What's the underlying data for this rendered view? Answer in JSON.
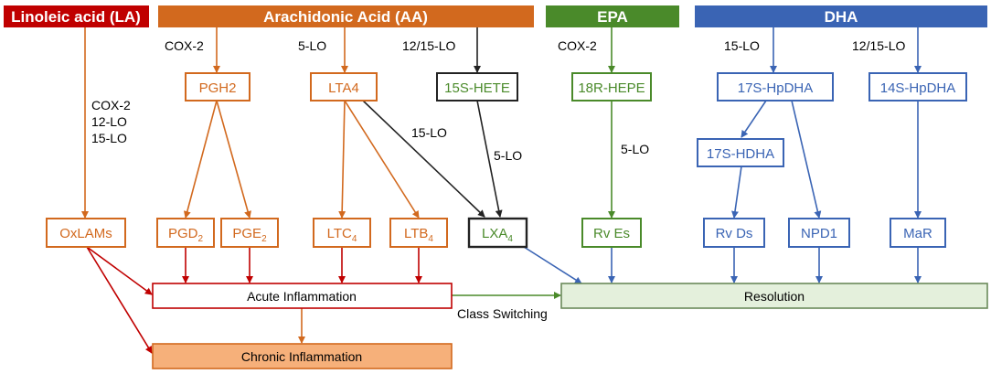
{
  "colors": {
    "la": "#c00000",
    "aa": "#d2691e",
    "epa": "#4a8a2a",
    "dha": "#3a64b4",
    "black": "#222222",
    "acute_border": "#c00000",
    "chronic_fill": "#f6b07a",
    "chronic_border": "#d2691e",
    "resolution_fill": "#e4f0dc",
    "resolution_border": "#6a8a5a"
  },
  "headers": {
    "la": "Linoleic acid (LA)",
    "aa": "Arachidonic Acid (AA)",
    "epa": "EPA",
    "dha": "DHA"
  },
  "enzymes": {
    "la_cox2": "COX-2",
    "la_12lo": "12-LO",
    "la_15lo": "15-LO",
    "aa_cox2": "COX-2",
    "aa_5lo": "5-LO",
    "aa_1215lo": "12/15-LO",
    "lta4_15lo": "15-LO",
    "hete_5lo": "5-LO",
    "epa_cox2": "COX-2",
    "epa_5lo": "5-LO",
    "dha_15lo": "15-LO",
    "dha_1215lo": "12/15-LO"
  },
  "nodes": {
    "pgh2": "PGH2",
    "lta4": "LTA4",
    "hete15s": "15S-HETE",
    "hepe18r": "18R-HEPE",
    "hpdha17s": "17S-HpDHA",
    "hpdha14s": "14S-HpDHA",
    "hdha17s": "17S-HDHA",
    "oxlams": "OxLAMs",
    "pgd2": {
      "base": "PGD",
      "sub": "2"
    },
    "pge2": {
      "base": "PGE",
      "sub": "2"
    },
    "ltc4": {
      "base": "LTC",
      "sub": "4"
    },
    "ltb4": {
      "base": "LTB",
      "sub": "4"
    },
    "lxa4": {
      "base": "LXA",
      "sub": "4"
    },
    "rves": "Rv Es",
    "rvds": "Rv Ds",
    "npd1": "NPD1",
    "mar": "MaR"
  },
  "outcomes": {
    "acute": "Acute Inflammation",
    "chronic": "Chronic Inflammation",
    "resolution": "Resolution",
    "class_switching": "Class Switching"
  }
}
